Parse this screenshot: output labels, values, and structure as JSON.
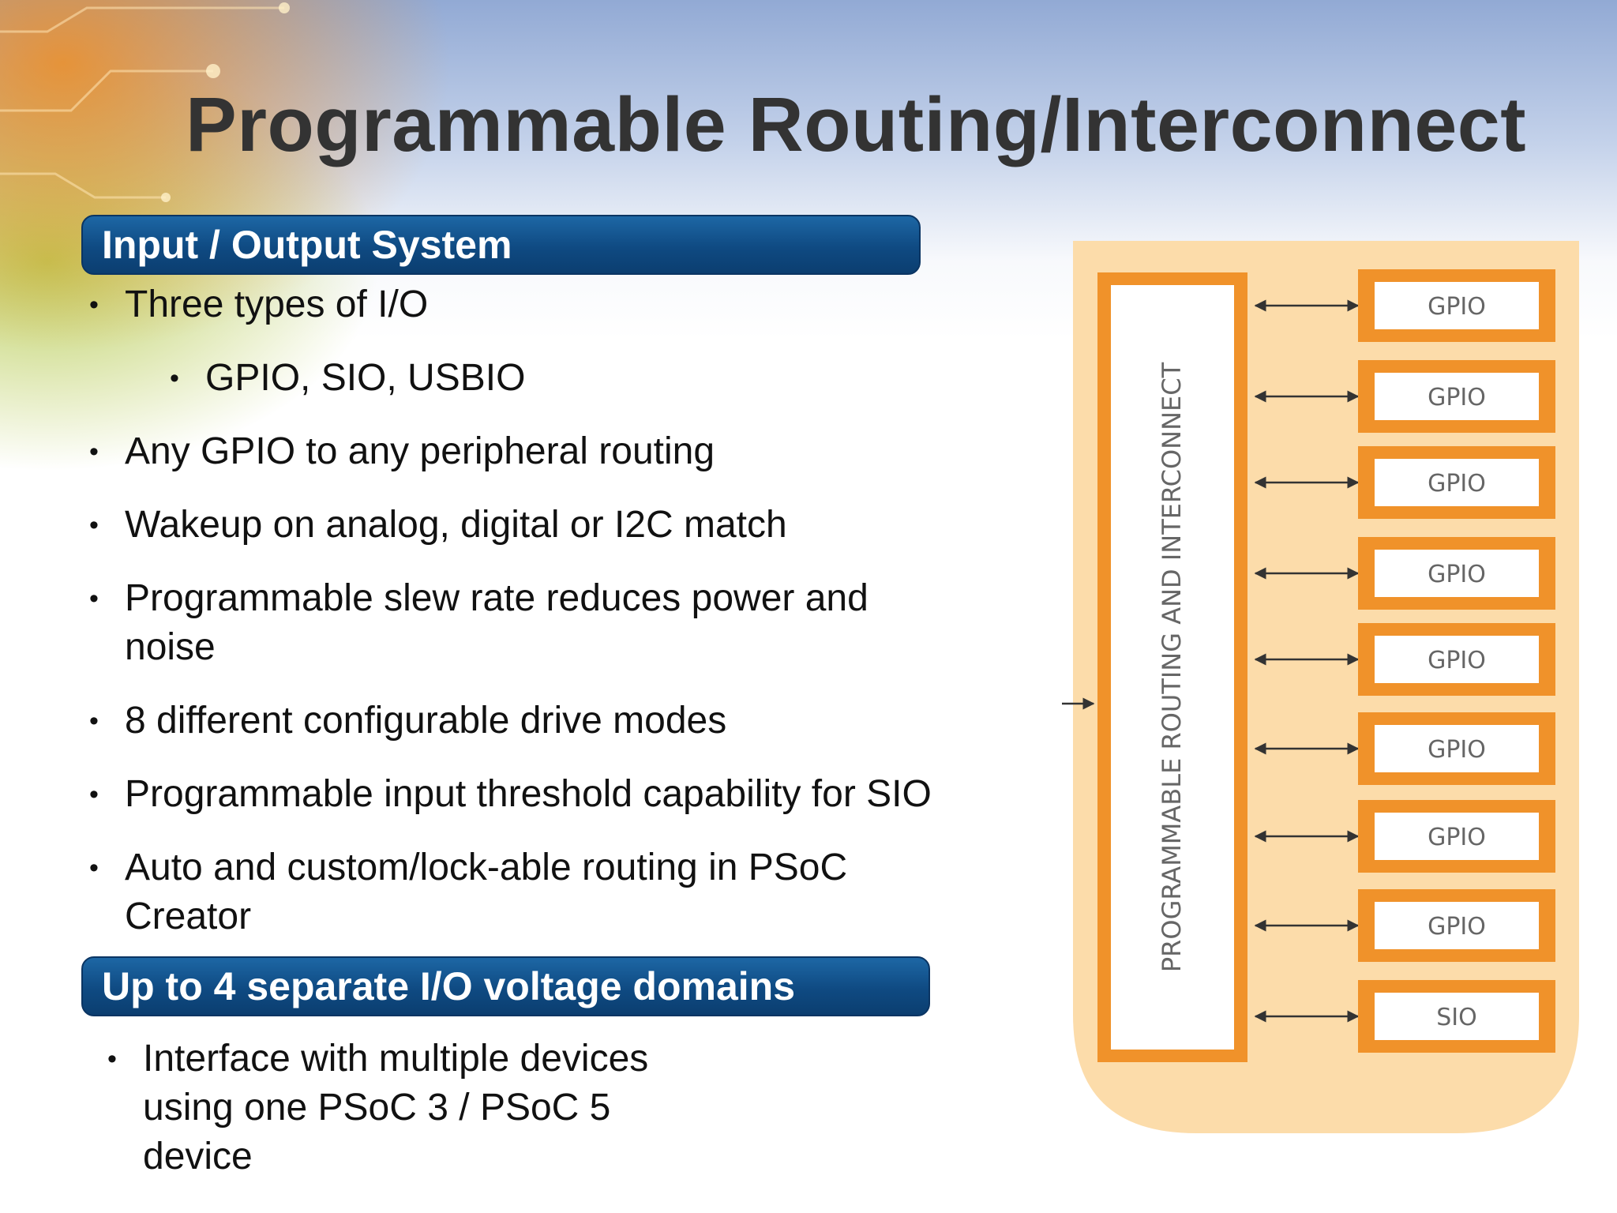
{
  "slide": {
    "title": "Programmable Routing/Interconnect",
    "section1_heading": "Input / Output System",
    "bullets": [
      {
        "text": "Three types of I/O"
      },
      {
        "text": "GPIO, SIO, USBIO"
      },
      {
        "text": "Any GPIO to any peripheral routing"
      },
      {
        "text": "Wakeup on analog, digital or I2C match"
      },
      {
        "text": "Programmable slew rate reduces power and",
        "text2": "noise"
      },
      {
        "text": "8 different configurable drive modes"
      },
      {
        "text": "Programmable input threshold capability for SIO"
      },
      {
        "text": "Auto and custom/lock-able routing in PSoC",
        "text2": "Creator"
      }
    ],
    "section2_heading": "Up to 4 separate I/O voltage domains",
    "bullets2": [
      {
        "text": "Interface with multiple devices",
        "text2": "using one PSoC 3 / PSoC 5",
        "text3": "device"
      }
    ]
  },
  "diagram": {
    "routing_label": "PROGRAMMABLE ROUTING AND INTERCONNECT",
    "ports": [
      "GPIO",
      "GPIO",
      "GPIO",
      "GPIO",
      "GPIO",
      "GPIO",
      "GPIO",
      "GPIO",
      "SIO"
    ],
    "colors": {
      "panel": "#fcdcaa",
      "frame": "#f0922a",
      "port_text": "#666666",
      "arrow": "#333333"
    }
  }
}
